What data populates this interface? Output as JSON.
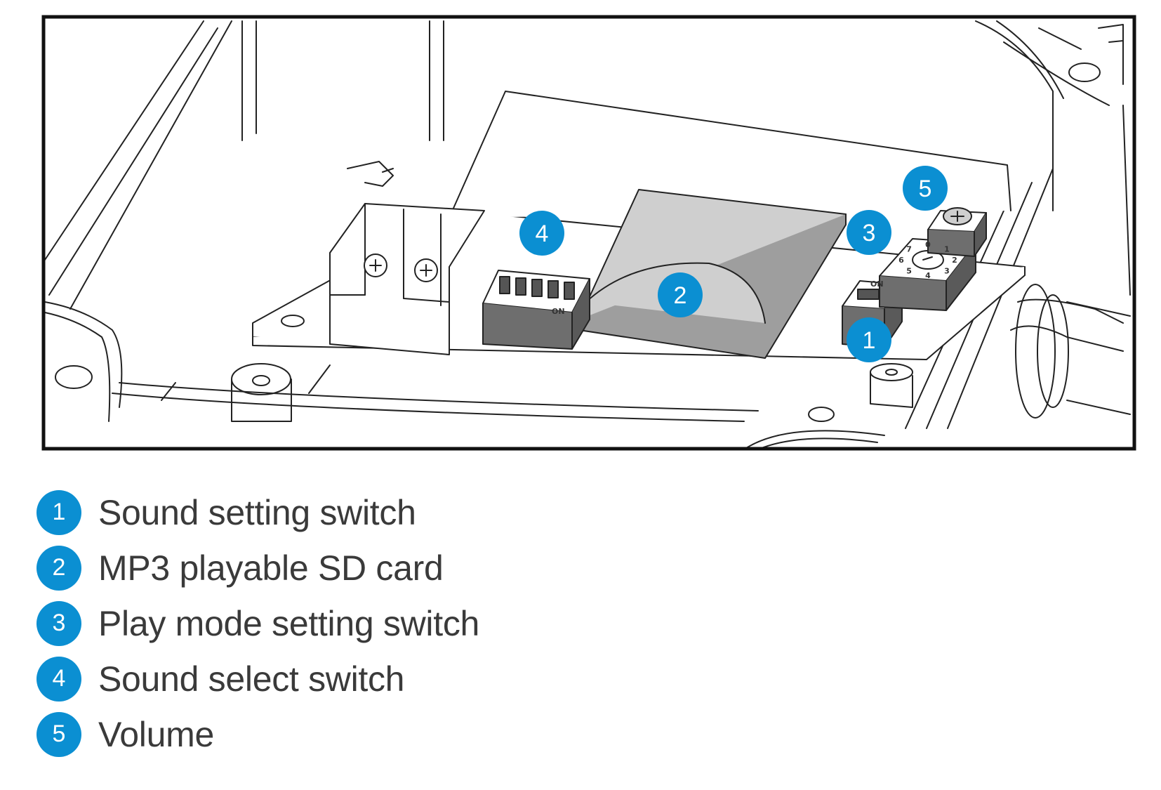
{
  "diagram": {
    "accent_color": "#0b8fd2",
    "callouts": [
      {
        "number": "1"
      },
      {
        "number": "2"
      },
      {
        "number": "3"
      },
      {
        "number": "4"
      },
      {
        "number": "5"
      }
    ],
    "dip_switch_4_marking": "ON",
    "dip_switch_1_marking": "ON",
    "rotary_digits": [
      "0",
      "1",
      "2",
      "3",
      "4",
      "5",
      "6",
      "7"
    ]
  },
  "legend": [
    {
      "number": "1",
      "label": "Sound setting switch"
    },
    {
      "number": "2",
      "label": "MP3 playable SD card"
    },
    {
      "number": "3",
      "label": "Play mode setting switch"
    },
    {
      "number": "4",
      "label": "Sound select switch"
    },
    {
      "number": "5",
      "label": "Volume"
    }
  ]
}
